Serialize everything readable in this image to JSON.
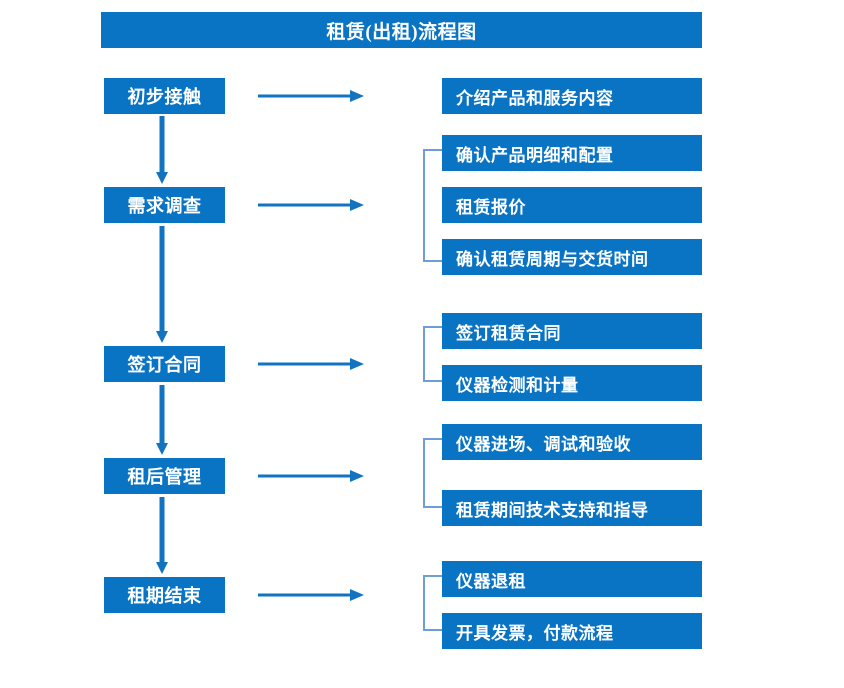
{
  "title": "租赁(出租)流程图",
  "colors": {
    "box_fill": "#0A74C4",
    "arrow": "#1273C0",
    "bracket": "#6E9FD2",
    "text": "#FFFFFF",
    "background": "#FFFFFF"
  },
  "stages": [
    {
      "id": "stage-1",
      "label": "初步接触"
    },
    {
      "id": "stage-2",
      "label": "需求调查"
    },
    {
      "id": "stage-3",
      "label": "签订合同"
    },
    {
      "id": "stage-4",
      "label": "租后管理"
    },
    {
      "id": "stage-5",
      "label": "租期结束"
    }
  ],
  "details": [
    {
      "id": "detail-1",
      "label": "介绍产品和服务内容"
    },
    {
      "id": "detail-2",
      "label": "确认产品明细和配置"
    },
    {
      "id": "detail-3",
      "label": "租赁报价"
    },
    {
      "id": "detail-4",
      "label": "确认租赁周期与交货时间"
    },
    {
      "id": "detail-5",
      "label": "签订租赁合同"
    },
    {
      "id": "detail-6",
      "label": "仪器检测和计量"
    },
    {
      "id": "detail-7",
      "label": "仪器进场、调试和验收"
    },
    {
      "id": "detail-8",
      "label": "租赁期间技术支持和指导"
    },
    {
      "id": "detail-9",
      "label": "仪器退租"
    },
    {
      "id": "detail-10",
      "label": "开具发票，付款流程"
    }
  ],
  "connectors": {
    "horizontal_arrows": 5,
    "vertical_arrows": 4,
    "brackets": 4
  }
}
